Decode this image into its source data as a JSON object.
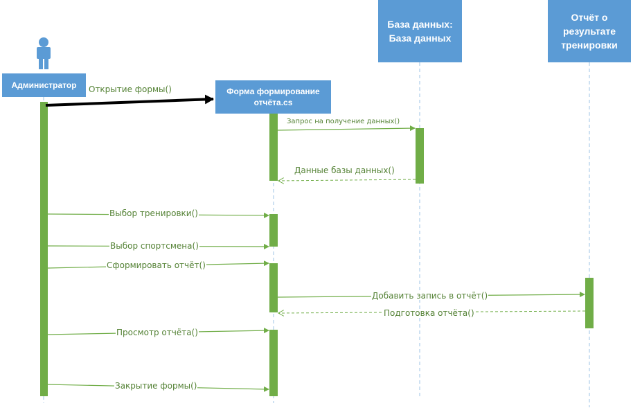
{
  "participants": {
    "admin": "Администратор",
    "form": [
      "Форма формирование",
      "отчёта.cs"
    ],
    "db": [
      "База данных:",
      "База данных"
    ],
    "report": [
      "Отчёт о",
      "результате",
      "тренировки"
    ]
  },
  "messages": {
    "open_form": "Открытие формы()",
    "request_data": "Запрос на получение данных()",
    "db_data": "Данные базы данных()",
    "select_training": "Выбор тренировки()",
    "select_athlete": "Выбор спортсмена()",
    "make_report": "Сформировать отчёт()",
    "add_record": "Добавить запись в отчёт()",
    "prepare_report": "Подготовка отчёта()",
    "view_report": "Просмотр отчёта()",
    "close_form": "Закрытие формы()"
  },
  "colors": {
    "header_fill": "#5b9bd5",
    "activation": "#70ad47",
    "message_line": "#70ad47",
    "message_text": "#548235",
    "lifeline": "#9dc3e6",
    "actor": "#5b9bd5"
  },
  "icons": {
    "actor": "person-icon"
  }
}
